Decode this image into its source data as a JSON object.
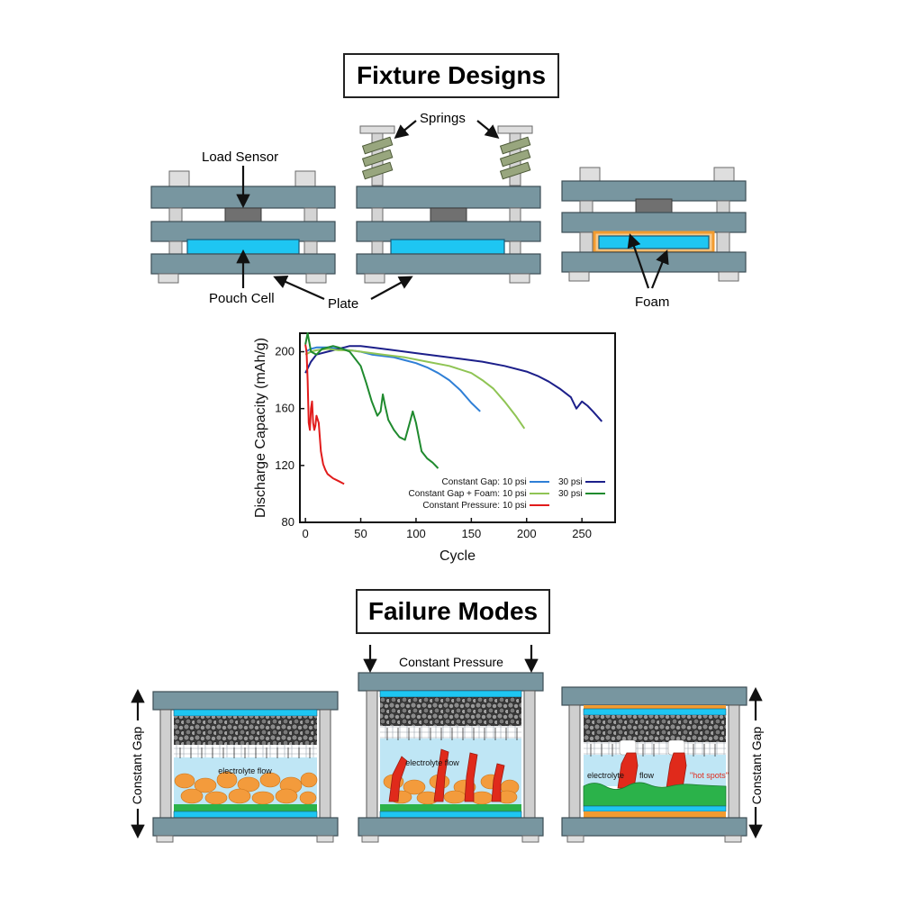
{
  "fixture_title": "Fixture Designs",
  "failure_title": "Failure Modes",
  "fixture_labels": {
    "load_sensor": "Load Sensor",
    "springs": "Springs",
    "pouch_cell": "Pouch Cell",
    "plate": "Plate",
    "foam": "Foam"
  },
  "failure_labels": {
    "constant_pressure": "Constant Pressure",
    "constant_gap_left": "Constant Gap",
    "constant_gap_right": "Constant Gap",
    "electrolyte_flow_1": "electrolyte flow",
    "electrolyte_flow_2": "electrolyte flow",
    "electrolyte_flow_3a": "electrolyte",
    "electrolyte_flow_3b": "flow",
    "hot_spots": "\"hot spots\""
  },
  "colors": {
    "plate": "#7896a0",
    "cell": "#1ec6f2",
    "foam": "#f29b30",
    "sensor": "#707070",
    "spring": "#98a67e",
    "electrolyte": "#bfe6f5",
    "lithium": "#f39b3c",
    "dendrite": "#e02a1b",
    "sei": "#2bb24a"
  },
  "chart_data": {
    "type": "line",
    "title": "",
    "xlabel": "Cycle",
    "ylabel": "Discharge Capacity (mAh/g)",
    "xlim": [
      -5,
      280
    ],
    "ylim": [
      80,
      213
    ],
    "xticks": [
      0,
      50,
      100,
      150,
      200,
      250
    ],
    "yticks": [
      80,
      120,
      160,
      200
    ],
    "legend": {
      "placement": "bottom-right",
      "rows": [
        {
          "label": "Constant Gap:",
          "entries": [
            {
              "text": "10 psi",
              "series": "cg10"
            },
            {
              "text": "30 psi",
              "series": "cg30"
            }
          ]
        },
        {
          "label": "Constant Gap + Foam:",
          "entries": [
            {
              "text": "10 psi",
              "series": "cgf10"
            },
            {
              "text": "30 psi",
              "series": "cgf30"
            }
          ]
        },
        {
          "label": "Constant Pressure:",
          "entries": [
            {
              "text": "10 psi",
              "series": "cp10"
            }
          ]
        }
      ]
    },
    "series": [
      {
        "id": "cg10",
        "color": "#2f7fd6",
        "x": [
          0,
          5,
          10,
          20,
          30,
          40,
          50,
          60,
          70,
          80,
          90,
          100,
          110,
          120,
          130,
          140,
          150,
          158
        ],
        "y": [
          200,
          202,
          203,
          203,
          202,
          201,
          200,
          198,
          197,
          196,
          194,
          192,
          189,
          185,
          180,
          173,
          164,
          158
        ]
      },
      {
        "id": "cg30",
        "color": "#1c1f8a",
        "x": [
          0,
          5,
          10,
          20,
          30,
          40,
          50,
          60,
          80,
          100,
          120,
          140,
          160,
          180,
          200,
          210,
          220,
          230,
          240,
          245,
          250,
          255,
          260,
          268
        ],
        "y": [
          185,
          193,
          198,
          200,
          202,
          204,
          204,
          203,
          201,
          199,
          197,
          195,
          193,
          190,
          186,
          183,
          179,
          174,
          168,
          160,
          165,
          162,
          158,
          151
        ]
      },
      {
        "id": "cgf10",
        "color": "#8fc454",
        "x": [
          0,
          5,
          10,
          20,
          30,
          40,
          50,
          70,
          90,
          110,
          130,
          150,
          160,
          170,
          180,
          190,
          198
        ],
        "y": [
          198,
          200,
          201,
          202,
          201,
          201,
          200,
          198,
          196,
          193,
          190,
          185,
          180,
          174,
          165,
          155,
          146
        ]
      },
      {
        "id": "cgf30",
        "color": "#1f8a2e",
        "x": [
          0,
          2,
          5,
          10,
          15,
          20,
          25,
          30,
          40,
          50,
          55,
          60,
          65,
          68,
          70,
          72,
          75,
          80,
          85,
          90,
          95,
          97,
          100,
          103,
          105,
          110,
          115,
          120
        ],
        "y": [
          205,
          213,
          200,
          198,
          202,
          203,
          204,
          203,
          200,
          190,
          178,
          165,
          155,
          158,
          170,
          162,
          152,
          145,
          140,
          138,
          152,
          158,
          150,
          138,
          130,
          125,
          122,
          118
        ]
      },
      {
        "id": "cp10",
        "color": "#e11b1b",
        "x": [
          0,
          1,
          2,
          3,
          4,
          5,
          6,
          7,
          8,
          9,
          10,
          12,
          14,
          16,
          18,
          20,
          25,
          30,
          35
        ],
        "y": [
          205,
          200,
          180,
          150,
          145,
          160,
          165,
          150,
          145,
          148,
          155,
          150,
          130,
          121,
          117,
          114,
          111,
          109,
          107
        ]
      }
    ]
  }
}
